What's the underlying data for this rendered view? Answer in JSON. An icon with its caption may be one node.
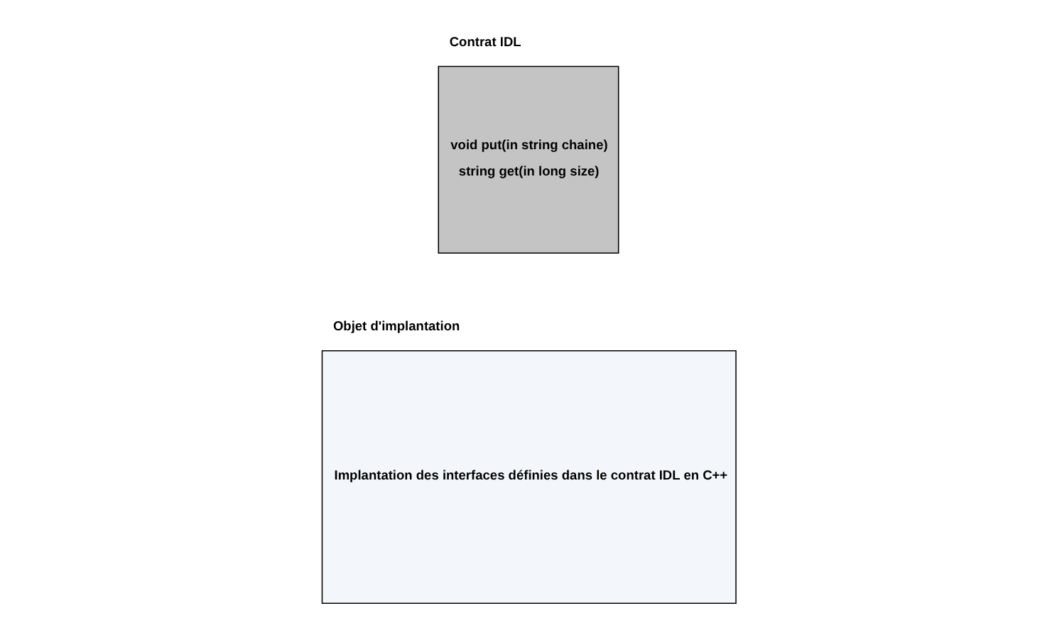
{
  "diagram": {
    "nodes": [
      {
        "text": [
          "Contrat IDL",
          "void put(in string chaine)",
          "string get(in long size)"
        ]
      },
      {
        "text": [
          "Objet d'implantation",
          "Implantation des interfaces définies dans le contrat IDL en C++"
        ]
      }
    ]
  }
}
